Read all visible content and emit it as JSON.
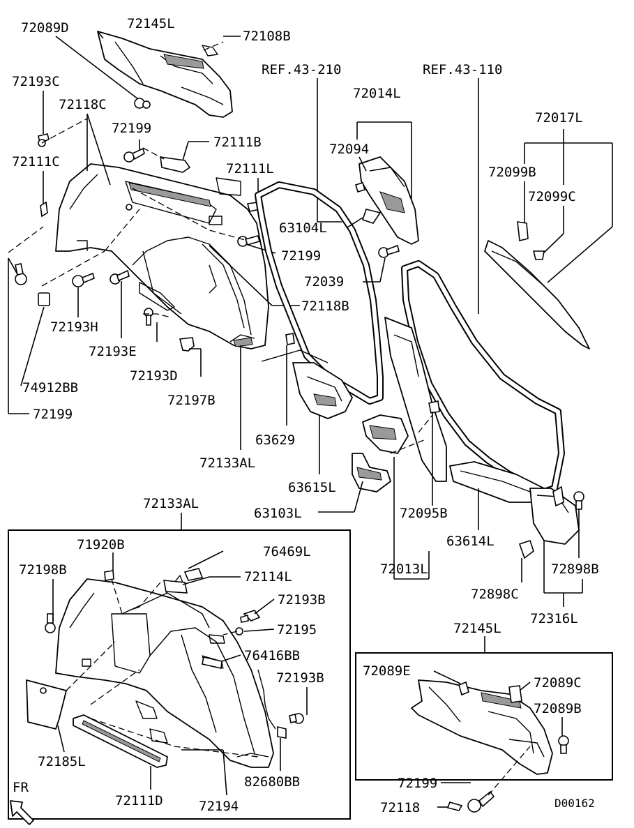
{
  "labels": {
    "p72089D": "72089D",
    "p72145L_top": "72145L",
    "p72108B": "72108B",
    "ref43210": "REF.43-210",
    "ref43110": "REF.43-110",
    "p72193C": "72193C",
    "p72118C": "72118C",
    "p72014L": "72014L",
    "p72017L": "72017L",
    "p72199_a": "72199",
    "p72111B": "72111B",
    "p72094": "72094",
    "p72111C": "72111C",
    "p72111L": "72111L",
    "p72099B": "72099B",
    "p72099C": "72099C",
    "p63104L": "63104L",
    "p72199_b": "72199",
    "p72039": "72039",
    "p72118B": "72118B",
    "p72193H": "72193H",
    "p72193E": "72193E",
    "p72193D": "72193D",
    "p74912BB": "74912BB",
    "p72197B": "72197B",
    "p72199_c": "72199",
    "p63629": "63629",
    "p72133AL_a": "72133AL",
    "p63615L": "63615L",
    "p72133AL_b": "72133AL",
    "p63103L": "63103L",
    "p72095B": "72095B",
    "p63614L": "63614L",
    "p72013L": "72013L",
    "p71920B": "71920B",
    "p76469L": "76469L",
    "p72898B": "72898B",
    "p72198B": "72198B",
    "p72114L": "72114L",
    "p72898C": "72898C",
    "p72193B_a": "72193B",
    "p72316L": "72316L",
    "p72195": "72195",
    "p72145L_bottom": "72145L",
    "p76416BB": "76416BB",
    "p72089E": "72089E",
    "p72089C": "72089C",
    "p72193B_b": "72193B",
    "p72089B": "72089B",
    "p72185L": "72185L",
    "p82680BB": "82680BB",
    "p72199_d": "72199",
    "fr": "FR",
    "p72111D": "72111D",
    "p72194": "72194",
    "p72118": "72118",
    "code": "D00162"
  }
}
